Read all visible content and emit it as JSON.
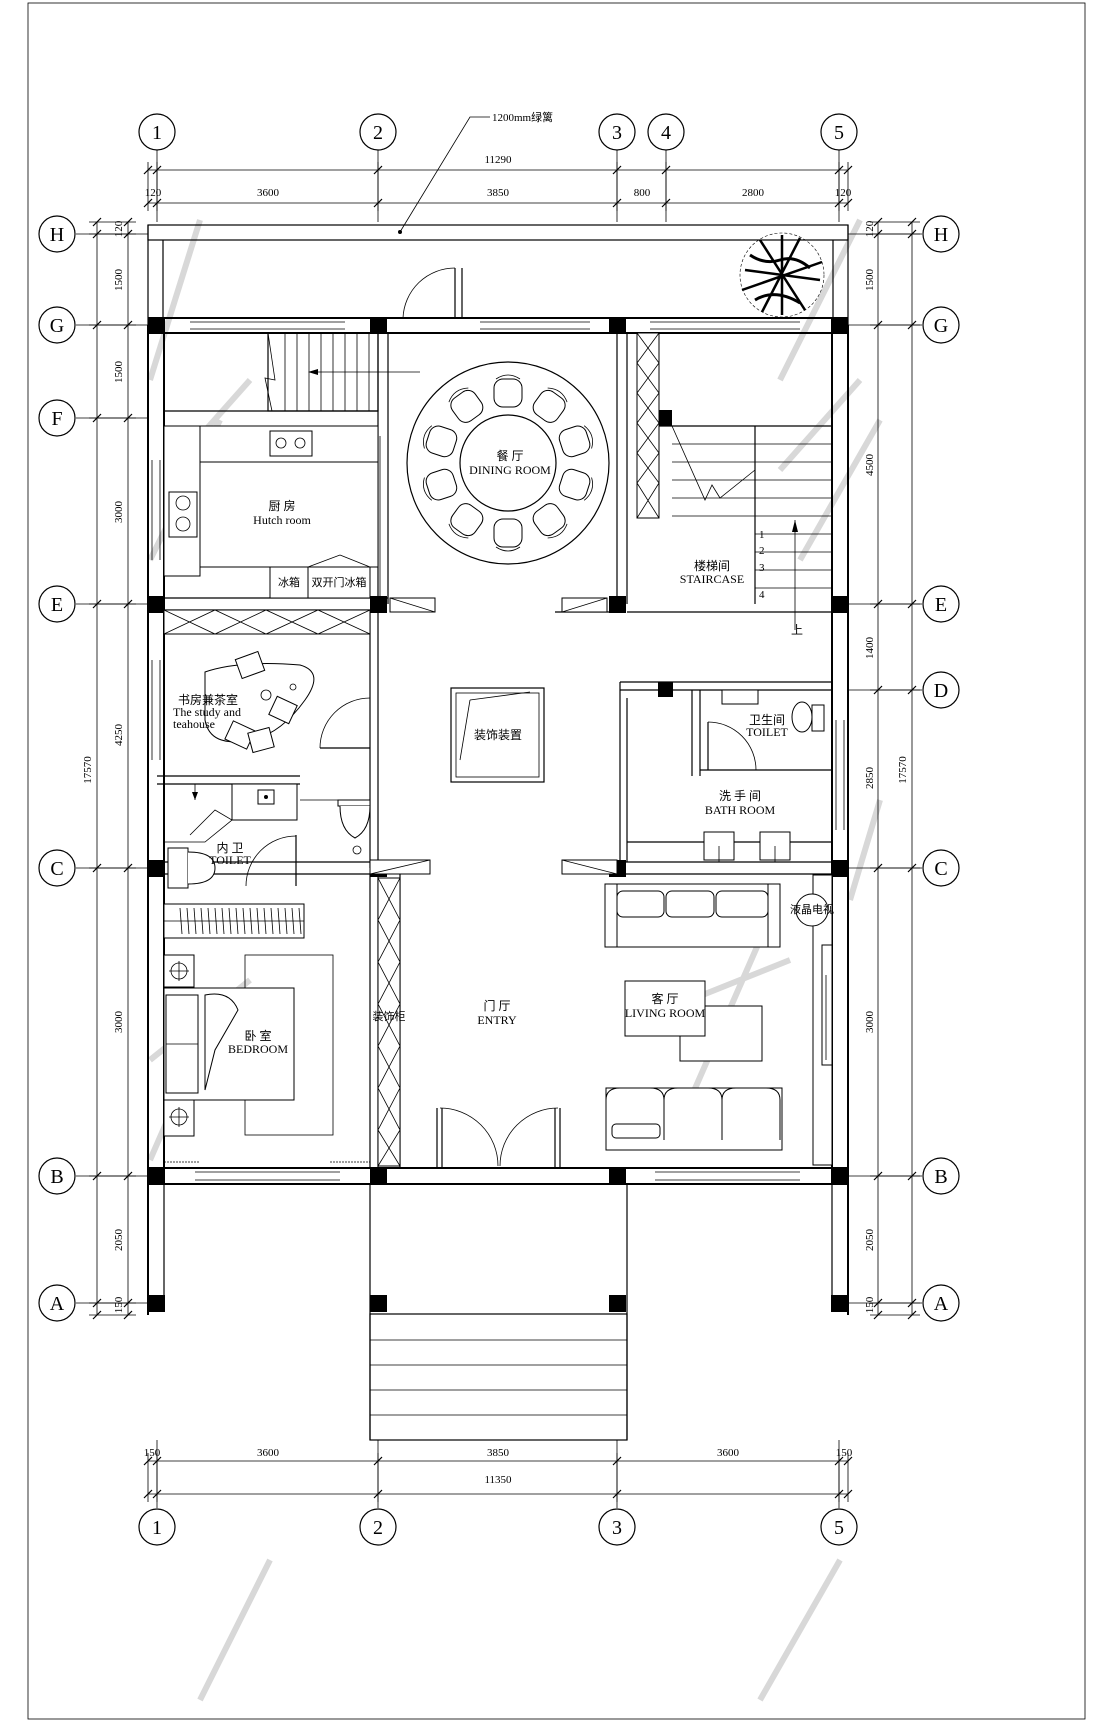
{
  "top_note": "1200mm绿篱",
  "axes_top": [
    "1",
    "2",
    "3",
    "4",
    "5"
  ],
  "axes_bottom": [
    "1",
    "2",
    "3",
    "5"
  ],
  "axes_rows": [
    "H",
    "G",
    "F",
    "E",
    "D",
    "C",
    "B",
    "A"
  ],
  "dims_top": {
    "overall": "11290",
    "segments": [
      "120",
      "3600",
      "3850",
      "800",
      "2800",
      "120"
    ]
  },
  "dims_bottom": {
    "overall": "11350",
    "segments": [
      "150",
      "3600",
      "3850",
      "3600",
      "150"
    ]
  },
  "dims_left": {
    "overall": "17570",
    "segments": [
      "120",
      "1500",
      "1500",
      "3000",
      "4250",
      "3000",
      "2050",
      "150"
    ]
  },
  "dims_right": {
    "overall": "17570",
    "segments": [
      "120",
      "1500",
      "4500",
      "1400",
      "2850",
      "3000",
      "2050",
      "150"
    ]
  },
  "rooms": {
    "dining_cn": "餐 厅",
    "dining_en": "DINING ROOM",
    "kitchen_cn": "厨 房",
    "kitchen_en": "Hutch room",
    "stair_cn": "楼梯间",
    "stair_en": "STAIRCASE",
    "stair_up": "上",
    "study_cn": "书房兼茶室",
    "study_en1": "The study and",
    "study_en2": "teahouse",
    "decor": "装饰装置",
    "toilet_r_cn": "卫生间",
    "toilet_r_en": "TOILET",
    "bath_cn": "洗 手 间",
    "bath_en": "BATH ROOM",
    "toilet_l_cn": "内 卫",
    "toilet_l_en": "TOILET",
    "entry_cn": "门 厅",
    "entry_en": "ENTRY",
    "living_cn": "客 厅",
    "living_en": "LIVING ROOM",
    "bed_cn": "卧 室",
    "bed_en": "BEDROOM"
  },
  "cabinet_tags": {
    "fridge": "冰箱",
    "cabinet": "双开门冰箱",
    "shoe": "装饰柜",
    "tv": "液晶电视"
  },
  "stair_numbers": [
    "1",
    "2",
    "3",
    "4"
  ],
  "colors": {
    "line": "#000000",
    "watermark": "#d8d8d8",
    "background": "#ffffff"
  }
}
